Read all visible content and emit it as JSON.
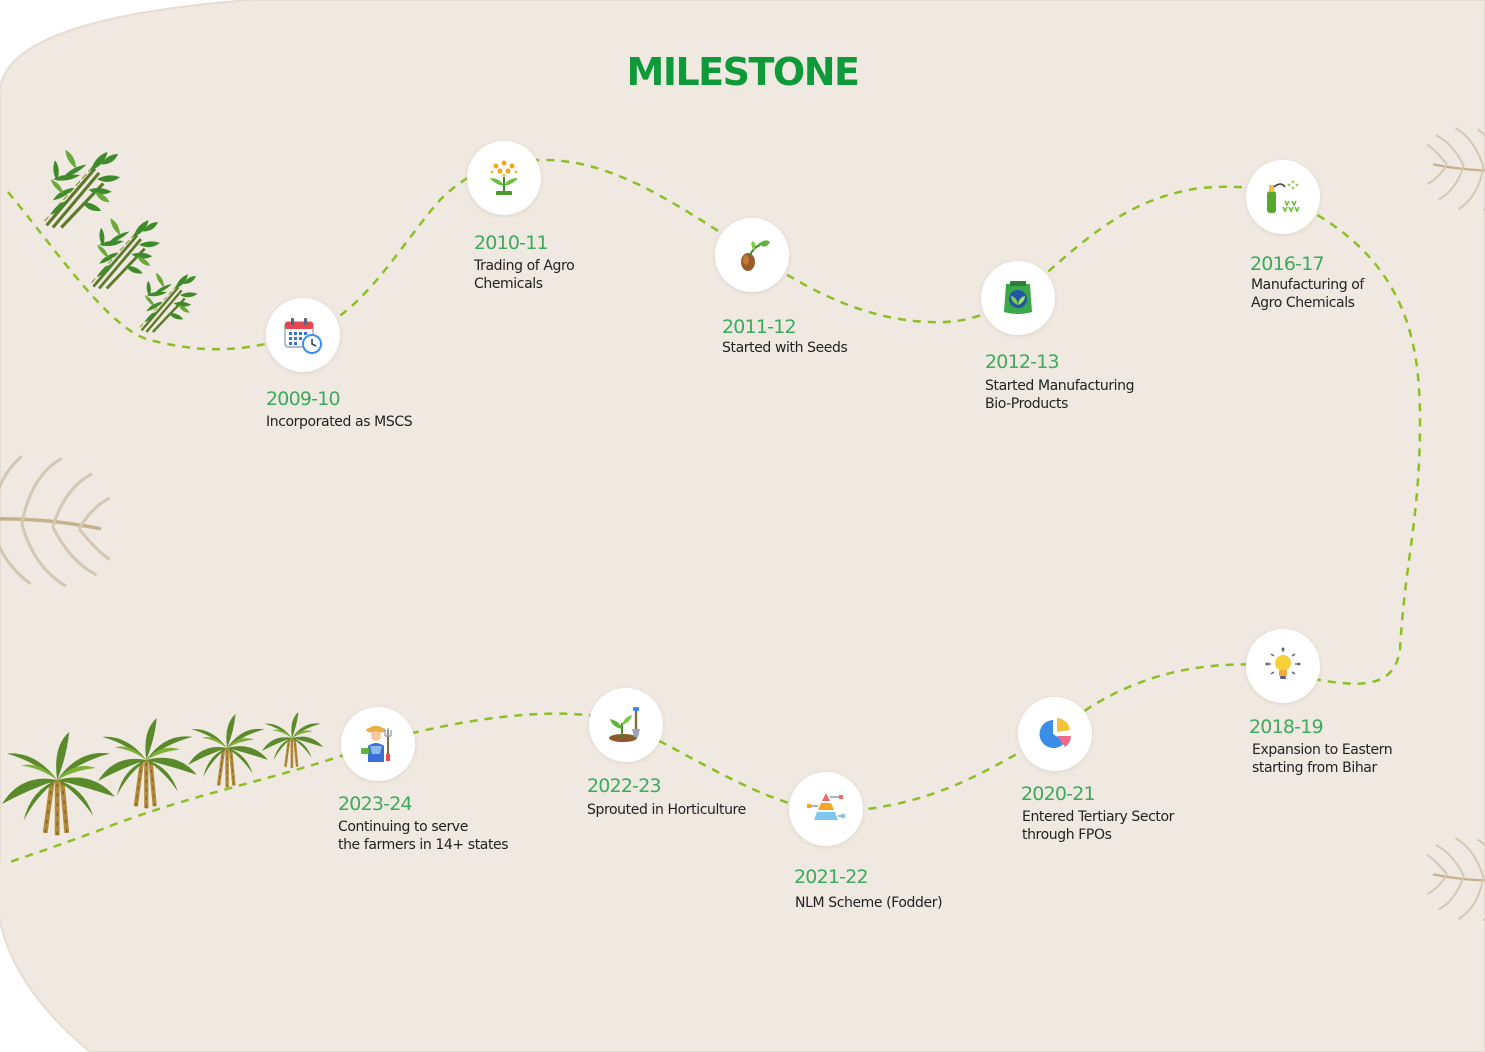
{
  "page": {
    "title": "MILESTONE",
    "accent_color": "#0f9a3a",
    "year_color": "#3daa5c",
    "path_color": "#8cbf26",
    "background_color": "#efe9e1"
  },
  "milestones": [
    {
      "year": "2009-10",
      "text": "Incorporated as MSCS",
      "icon": "calendar-clock-icon"
    },
    {
      "year": "2010-11",
      "text": "Trading of Agro\nChemicals",
      "icon": "flowering-plant-icon"
    },
    {
      "year": "2011-12",
      "text": "Started with Seeds",
      "icon": "sprouting-seed-icon"
    },
    {
      "year": "2012-13",
      "text": "Started Manufacturing\nBio-Products",
      "icon": "bio-product-bag-icon"
    },
    {
      "year": "2016-17",
      "text": "Manufacturing of\nAgro Chemicals",
      "icon": "sprayer-icon"
    },
    {
      "year": "2018-19",
      "text": "Expansion to Eastern\nstarting from Bihar",
      "icon": "lightbulb-icon"
    },
    {
      "year": "2020-21",
      "text": "Entered Tertiary Sector\nthrough FPOs",
      "icon": "pie-chart-icon"
    },
    {
      "year": "2021-22",
      "text": "NLM Scheme (Fodder)",
      "icon": "pyramid-diagram-icon"
    },
    {
      "year": "2022-23",
      "text": "Sprouted in Horticulture",
      "icon": "plant-shovel-icon"
    },
    {
      "year": "2023-24",
      "text": "Continuing to serve\nthe farmers in 14+ states",
      "icon": "farmer-icon"
    }
  ]
}
